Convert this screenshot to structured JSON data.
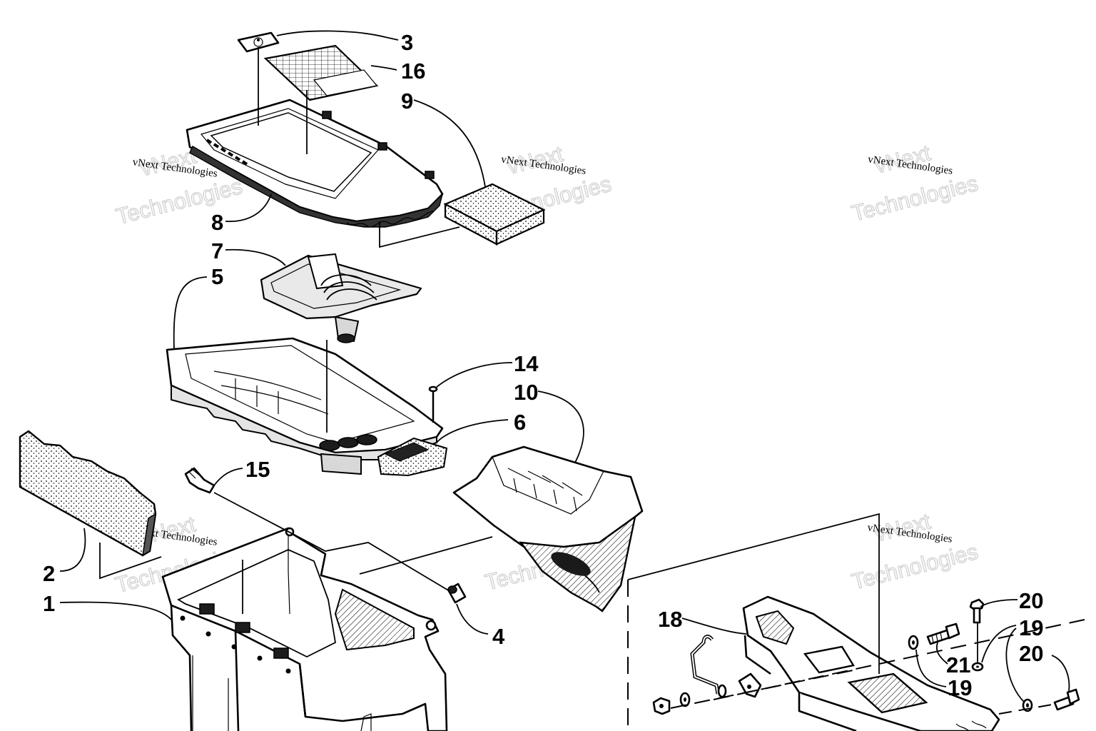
{
  "labels": {
    "l1": "1",
    "l2": "2",
    "l3": "3",
    "l4": "4",
    "l5": "5",
    "l6": "6",
    "l7": "7",
    "l8": "8",
    "l9": "9",
    "l10": "10",
    "l14": "14",
    "l15": "15",
    "l16": "16",
    "l18": "18",
    "l19a": "19",
    "l19b": "19",
    "l20a": "20",
    "l20b": "20",
    "l21": "21"
  },
  "watermark": {
    "line1": "vNext Technologies",
    "line2a": "vNext",
    "line2b": "Technologies"
  }
}
